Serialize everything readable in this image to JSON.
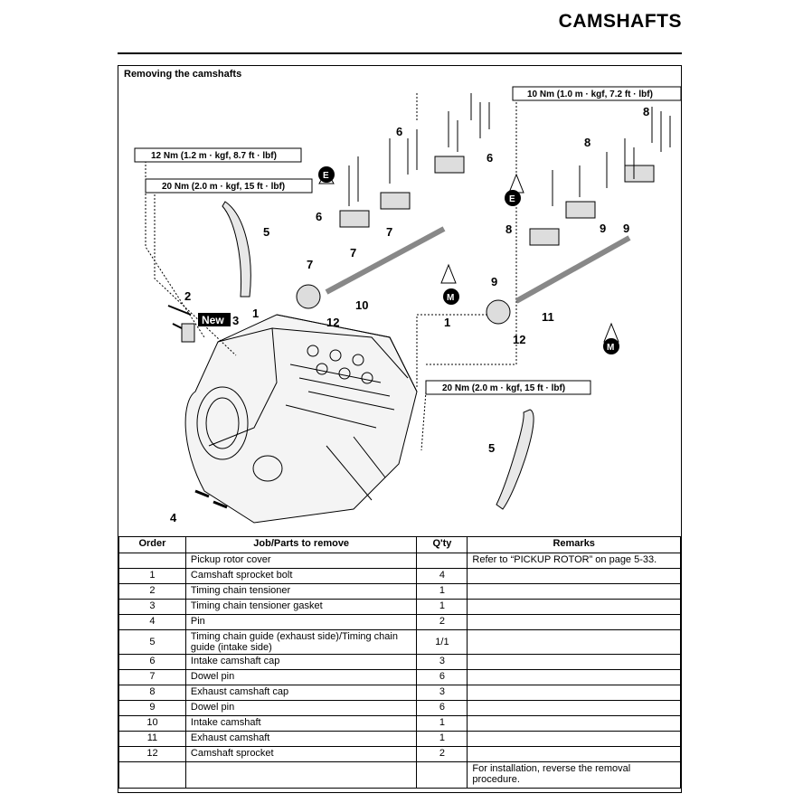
{
  "page": {
    "title": "CAMSHAFTS"
  },
  "section": {
    "title": "Removing the camshafts"
  },
  "diagram": {
    "torque": [
      "10 Nm (1.0 m · kgf, 7.2 ft · lbf)",
      "12 Nm (1.2 m · kgf, 8.7 ft · lbf)",
      "20 Nm (2.0 m · kgf, 15 ft · lbf)",
      "20 Nm (2.0 m · kgf, 15 ft · lbf)"
    ],
    "new_badge": "New",
    "oil_symbol_e": "E",
    "moly_symbol_m": "M",
    "callouts": [
      "1",
      "1",
      "2",
      "3",
      "4",
      "5",
      "5",
      "6",
      "6",
      "6",
      "7",
      "7",
      "7",
      "8",
      "8",
      "8",
      "9",
      "9",
      "9",
      "10",
      "11",
      "12",
      "12"
    ]
  },
  "table": {
    "headers": [
      "Order",
      "Job/Parts to remove",
      "Q'ty",
      "Remarks"
    ],
    "rows": [
      {
        "order": "",
        "job": "Pickup rotor cover",
        "qty": "",
        "remarks": "Refer to “PICKUP ROTOR” on page 5-33."
      },
      {
        "order": "1",
        "job": "Camshaft sprocket bolt",
        "qty": "4",
        "remarks": ""
      },
      {
        "order": "2",
        "job": "Timing chain tensioner",
        "qty": "1",
        "remarks": ""
      },
      {
        "order": "3",
        "job": "Timing chain tensioner gasket",
        "qty": "1",
        "remarks": ""
      },
      {
        "order": "4",
        "job": "Pin",
        "qty": "2",
        "remarks": ""
      },
      {
        "order": "5",
        "job": "Timing chain guide (exhaust side)/Timing chain guide (intake side)",
        "qty": "1/1",
        "remarks": ""
      },
      {
        "order": "6",
        "job": "Intake camshaft cap",
        "qty": "3",
        "remarks": ""
      },
      {
        "order": "7",
        "job": "Dowel pin",
        "qty": "6",
        "remarks": ""
      },
      {
        "order": "8",
        "job": "Exhaust camshaft cap",
        "qty": "3",
        "remarks": ""
      },
      {
        "order": "9",
        "job": "Dowel pin",
        "qty": "6",
        "remarks": ""
      },
      {
        "order": "10",
        "job": "Intake camshaft",
        "qty": "1",
        "remarks": ""
      },
      {
        "order": "11",
        "job": "Exhaust camshaft",
        "qty": "1",
        "remarks": ""
      },
      {
        "order": "12",
        "job": "Camshaft sprocket",
        "qty": "2",
        "remarks": ""
      },
      {
        "order": "",
        "job": "",
        "qty": "",
        "remarks": "For installation, reverse the removal procedure."
      }
    ]
  }
}
